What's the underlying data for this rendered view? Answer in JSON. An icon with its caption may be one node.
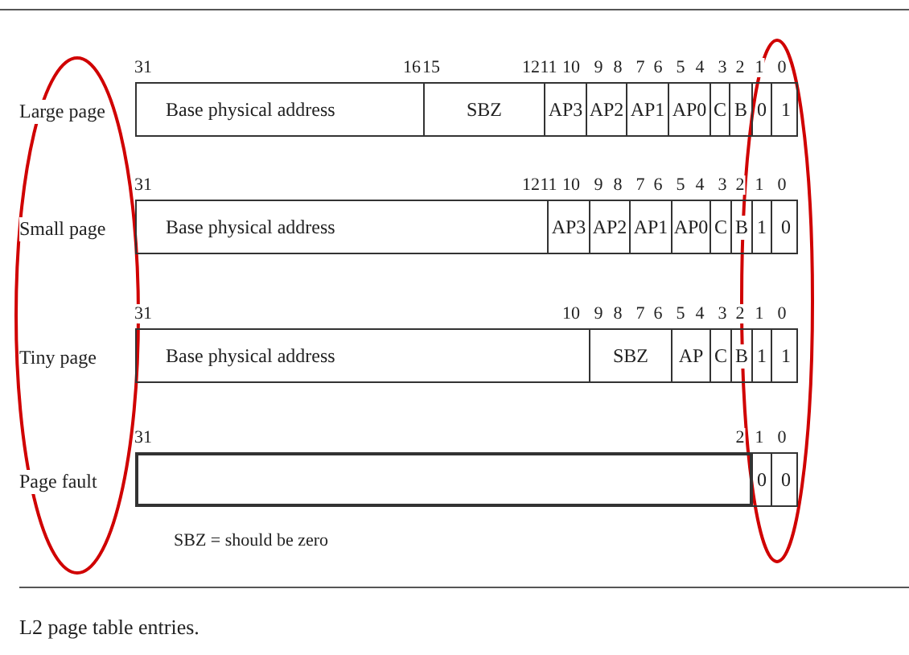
{
  "diagram": {
    "caption": "L2 page table entries.",
    "nodes": [
      {
        "text": [
          "Large page"
        ]
      },
      {
        "text": [
          "Base physical address"
        ],
        "in": 0
      },
      {
        "text": [
          "SBZ"
        ],
        "in": 0
      },
      {
        "text": [
          "AP3"
        ],
        "in": 0
      },
      {
        "text": [
          "AP2"
        ],
        "in": 0
      },
      {
        "text": [
          "AP1"
        ],
        "in": 0
      },
      {
        "text": [
          "AP0"
        ],
        "in": 0
      },
      {
        "text": [
          "C"
        ],
        "in": 0
      },
      {
        "text": [
          "B"
        ],
        "in": 0
      },
      {
        "text": [
          "0"
        ],
        "in": 0
      },
      {
        "text": [
          "1"
        ],
        "in": 0
      },
      {
        "text": [
          "Small page"
        ]
      },
      {
        "text": [
          "Base physical address"
        ],
        "in": 11
      },
      {
        "text": [
          "AP3"
        ],
        "in": 11
      },
      {
        "text": [
          "AP2"
        ],
        "in": 11
      },
      {
        "text": [
          "AP1"
        ],
        "in": 11
      },
      {
        "text": [
          "AP0"
        ],
        "in": 11
      },
      {
        "text": [
          "C"
        ],
        "in": 11
      },
      {
        "text": [
          "B"
        ],
        "in": 11
      },
      {
        "text": [
          "1"
        ],
        "in": 11
      },
      {
        "text": [
          "0"
        ],
        "in": 11
      },
      {
        "text": [
          "Tiny page"
        ]
      },
      {
        "text": [
          "Base physical address"
        ],
        "in": 21
      },
      {
        "text": [
          "SBZ"
        ],
        "in": 21
      },
      {
        "text": [
          "AP"
        ],
        "in": 21
      },
      {
        "text": [
          "C"
        ],
        "in": 21
      },
      {
        "text": [
          "B"
        ],
        "in": 21
      },
      {
        "text": [
          "1"
        ],
        "in": 21
      },
      {
        "text": [
          "1"
        ],
        "in": 21
      },
      {
        "text": [
          "Page fault"
        ]
      },
      {
        "text": [],
        "shape": "box",
        "in": 29
      },
      {
        "text": [
          "0"
        ],
        "in": 29
      },
      {
        "text": [
          "0"
        ],
        "in": 29
      }
    ],
    "edges": [],
    "labels": [
      "31",
      "16",
      "15",
      "12",
      "11",
      "10",
      "9",
      "8",
      "7",
      "6",
      "5",
      "4",
      "3",
      "2",
      "1",
      "0",
      "31",
      "12",
      "11",
      "10",
      "9",
      "8",
      "7",
      "6",
      "5",
      "4",
      "3",
      "2",
      "1",
      "0",
      "31",
      "10",
      "9",
      "8",
      "7",
      "6",
      "5",
      "4",
      "3",
      "2",
      "1",
      "0",
      "31",
      "2",
      "1",
      "0",
      "SBZ = should be zero"
    ]
  }
}
